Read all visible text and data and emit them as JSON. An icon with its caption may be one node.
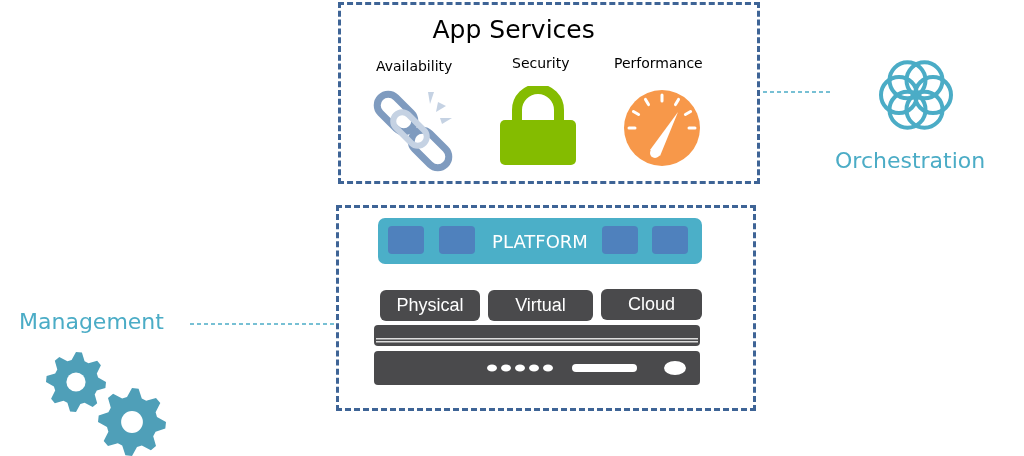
{
  "diagram": {
    "nodes": [
      {
        "text": [
          "App Services"
        ]
      },
      {
        "text": [],
        "shape": "box"
      },
      {
        "text": [
          "PLATFORM"
        ],
        "in": 1
      },
      {
        "text": [
          "Physical"
        ],
        "in": 1
      },
      {
        "text": [
          "Virtual"
        ],
        "in": 1
      },
      {
        "text": [
          "Cloud"
        ],
        "in": 1
      },
      {
        "text": [
          "Orchestration"
        ]
      },
      {
        "text": [
          "Management"
        ]
      }
    ],
    "edges": [
      {
        "from": 6,
        "to": 0,
        "arrow": "none",
        "style": "dashed"
      },
      {
        "from": 7,
        "to": 1,
        "arrow": "none",
        "style": "dashed"
      }
    ],
    "labels": [
      "Availability",
      "Security",
      "Performance"
    ]
  }
}
